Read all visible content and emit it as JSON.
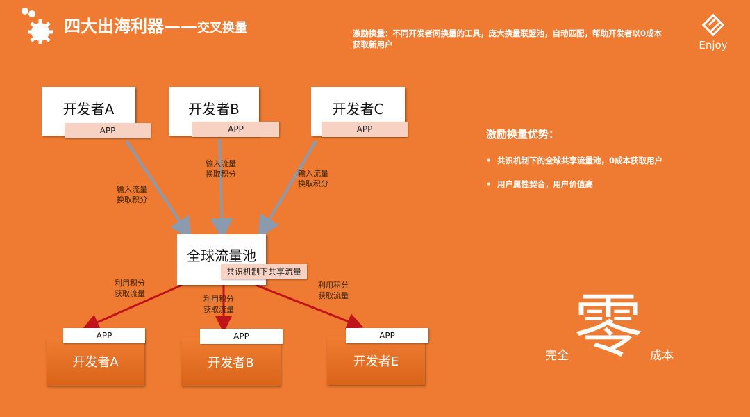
{
  "header": {
    "title": "四大出海利器——",
    "subtitle": "交叉换量",
    "description": "激励换量：不同开发者间换量的工具，庞大换量联盟池，自动匹配，帮助开发者以0成本获取新用户",
    "logo_text": "Enjoy"
  },
  "diagram": {
    "sources": [
      {
        "name": "开发者A",
        "app": "APP"
      },
      {
        "name": "开发者B",
        "app": "APP"
      },
      {
        "name": "开发者C",
        "app": "APP"
      }
    ],
    "input_label": "输入流量\n换取积分",
    "pool": {
      "name": "全球流量池",
      "tag": "共识机制下共享流量"
    },
    "output_label": "利用积分\n获取流量",
    "targets": [
      {
        "name": "开发者A",
        "app": "APP"
      },
      {
        "name": "开发者B",
        "app": "APP"
      },
      {
        "name": "开发者E",
        "app": "APP"
      }
    ],
    "colors": {
      "input_arrow": "#8a9bb0",
      "output_arrow": "#c0141a"
    }
  },
  "advantages": {
    "title": "激励换量优势：",
    "bullets": [
      "共识机制下的全球共享流量池，0成本获取用户",
      "用户属性契合，用户价值高"
    ]
  },
  "slogan": {
    "left": "完全",
    "big": "零",
    "right": "成本"
  }
}
